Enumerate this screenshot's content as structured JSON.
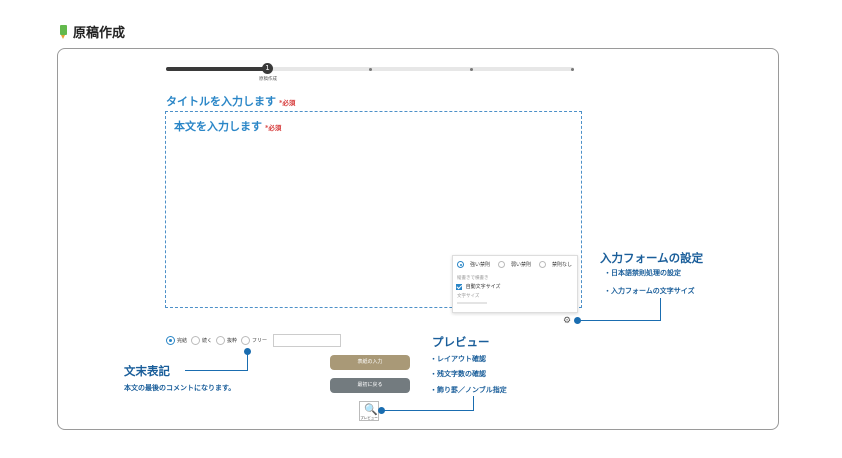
{
  "page": {
    "title": "原稿作成"
  },
  "progress": {
    "current_step": "1",
    "current_label": "原稿作成"
  },
  "form": {
    "title_placeholder": "タイトルを入力します",
    "title_required": "*必須",
    "body_placeholder": "本文を入力します",
    "body_required": "*必須"
  },
  "settings_popup": {
    "kinsoku_options": [
      "強い禁則",
      "弱い禁則",
      "禁則なし"
    ],
    "kinsoku_selected": "強い禁則",
    "vertical_label": "縦書きで横書き",
    "auto_font_label": "自動文字サイズ",
    "auto_font_checked": true,
    "font_size_label": "文字サイズ"
  },
  "annotations": {
    "form_settings": {
      "title": "入力フォームの設定",
      "items": [
        "・日本語禁則処理の設定",
        "・入力フォームの文字サイズ"
      ]
    },
    "preview": {
      "title": "プレビュー",
      "items": [
        "・レイアウト確認",
        "・残文字数の確認",
        "・飾り罫／ノンブル指定"
      ]
    },
    "ending": {
      "title": "文末表記",
      "desc": "本文の最後のコメントになります。"
    }
  },
  "ending_options": {
    "options": [
      "完結",
      "続く",
      "抜粋",
      "フリー"
    ],
    "selected": "完結",
    "free_value": ""
  },
  "buttons": {
    "next_label": "表紙の入力",
    "back_label": "最初に戻る",
    "preview_label": "プレビュー"
  },
  "colors": {
    "accent_blue": "#2a86c7",
    "annotation_blue": "#1a5e9a",
    "required_red": "#d63a3a",
    "olive_button": "#a99977",
    "gray_button": "#737b7f"
  }
}
